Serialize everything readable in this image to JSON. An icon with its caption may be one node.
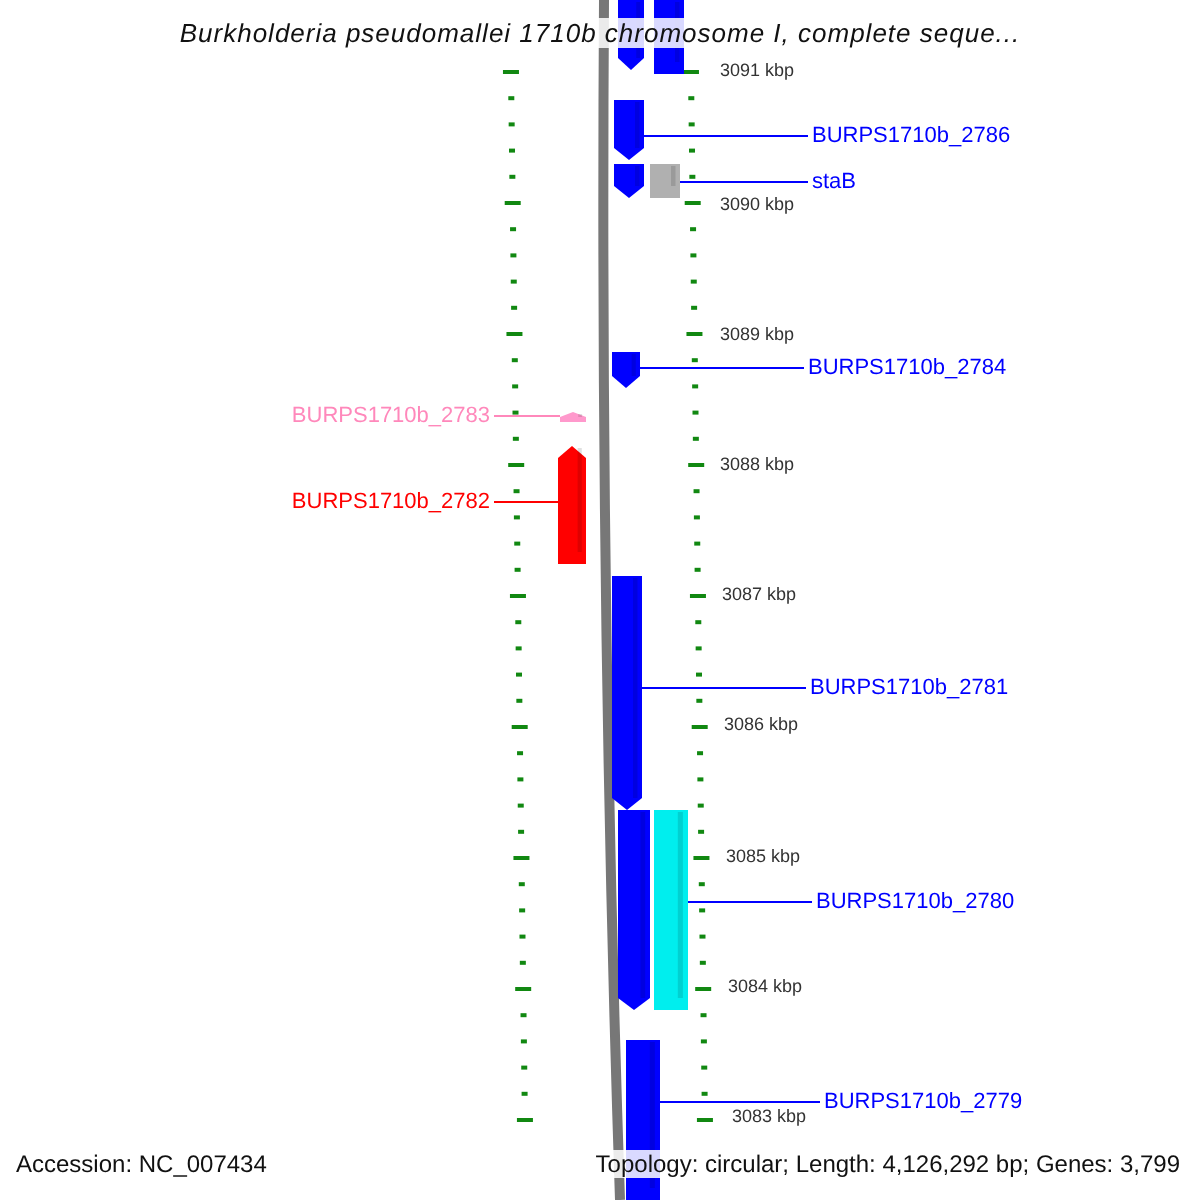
{
  "diagram": {
    "title": "Burkholderia pseudomallei 1710b chromosome I, complete seque...",
    "nodes": [
      {
        "text": [],
        "shape": "bar"
      },
      {
        "text": [],
        "shape": "bar"
      },
      {
        "text": [
          "BURPS1710b_2786"
        ]
      },
      {
        "text": [],
        "shape": "bar"
      },
      {
        "text": [
          "staB"
        ]
      },
      {
        "text": [],
        "shape": "bar"
      },
      {
        "text": [],
        "shape": "bar"
      },
      {
        "text": [
          "BURPS1710b_2784"
        ]
      },
      {
        "text": [],
        "shape": "bar"
      },
      {
        "text": [
          "BURPS1710b_2783"
        ]
      },
      {
        "text": [],
        "shape": "bar"
      },
      {
        "text": [
          "BURPS1710b_2782"
        ]
      },
      {
        "text": [],
        "shape": "bar"
      },
      {
        "text": [
          "BURPS1710b_2781"
        ]
      },
      {
        "text": [],
        "shape": "bar"
      },
      {
        "text": [
          "BURPS1710b_2780"
        ]
      },
      {
        "text": [],
        "shape": "bar"
      },
      {
        "text": [],
        "shape": "bar"
      },
      {
        "text": [
          "BURPS1710b_2779"
        ]
      },
      {
        "text": [],
        "shape": "bar"
      }
    ],
    "edges": [
      {
        "from": 2,
        "to": 3,
        "arrow": "none"
      },
      {
        "from": 4,
        "to": 6,
        "arrow": "none"
      },
      {
        "from": 7,
        "to": 8,
        "arrow": "none"
      },
      {
        "from": 9,
        "to": 10,
        "arrow": "none",
        "color": "#ff88bb"
      },
      {
        "from": 11,
        "to": 12,
        "arrow": "none",
        "color": "#ff0000"
      },
      {
        "from": 13,
        "to": 14,
        "arrow": "none"
      },
      {
        "from": 15,
        "to": 17,
        "arrow": "none"
      },
      {
        "from": 18,
        "to": 19,
        "arrow": "none"
      }
    ],
    "labels": [
      "3091 kbp",
      "3090 kbp",
      "3089 kbp",
      "3088 kbp",
      "3087 kbp",
      "3086 kbp",
      "3085 kbp",
      "3084 kbp",
      "3083 kbp",
      "Accession: NC_007434",
      "Topology: circular; Length: 4,126,292 bp; Genes: 3,799"
    ]
  }
}
